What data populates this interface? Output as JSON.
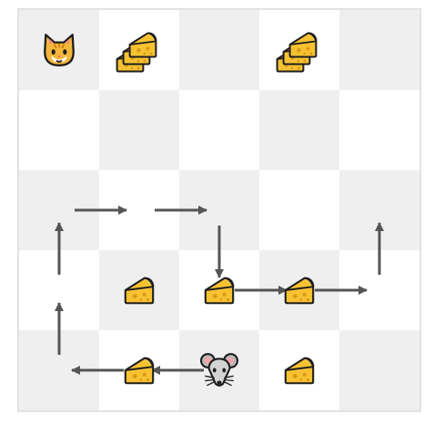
{
  "board": {
    "rows": 5,
    "cols": 5,
    "colors": {
      "dark": "#efefef",
      "light": "#ffffff",
      "border": "#e2e2e2",
      "arrow": "#555555"
    }
  },
  "pieces": [
    {
      "type": "cat",
      "row": 0,
      "col": 0
    },
    {
      "type": "cheese-stack",
      "row": 0,
      "col": 1
    },
    {
      "type": "cheese-stack",
      "row": 0,
      "col": 3
    },
    {
      "type": "cheese",
      "row": 3,
      "col": 1
    },
    {
      "type": "cheese",
      "row": 3,
      "col": 2
    },
    {
      "type": "cheese",
      "row": 3,
      "col": 3
    },
    {
      "type": "cheese",
      "row": 4,
      "col": 1
    },
    {
      "type": "mouse",
      "row": 4,
      "col": 2
    },
    {
      "type": "cheese",
      "row": 4,
      "col": 3
    }
  ],
  "path": [
    {
      "from": [
        4,
        2
      ],
      "to": [
        4,
        1
      ]
    },
    {
      "from": [
        4,
        1
      ],
      "to": [
        4,
        0
      ]
    },
    {
      "from": [
        4,
        0
      ],
      "to": [
        3,
        0
      ]
    },
    {
      "from": [
        3,
        0
      ],
      "to": [
        2,
        0
      ]
    },
    {
      "from": [
        2,
        0
      ],
      "to": [
        2,
        1
      ]
    },
    {
      "from": [
        2,
        1
      ],
      "to": [
        2,
        2
      ]
    },
    {
      "from": [
        2,
        2
      ],
      "to": [
        3,
        2
      ]
    },
    {
      "from": [
        3,
        2
      ],
      "to": [
        3,
        3
      ]
    },
    {
      "from": [
        3,
        3
      ],
      "to": [
        3,
        4
      ]
    },
    {
      "from": [
        3,
        4
      ],
      "to": [
        2,
        4
      ]
    }
  ]
}
